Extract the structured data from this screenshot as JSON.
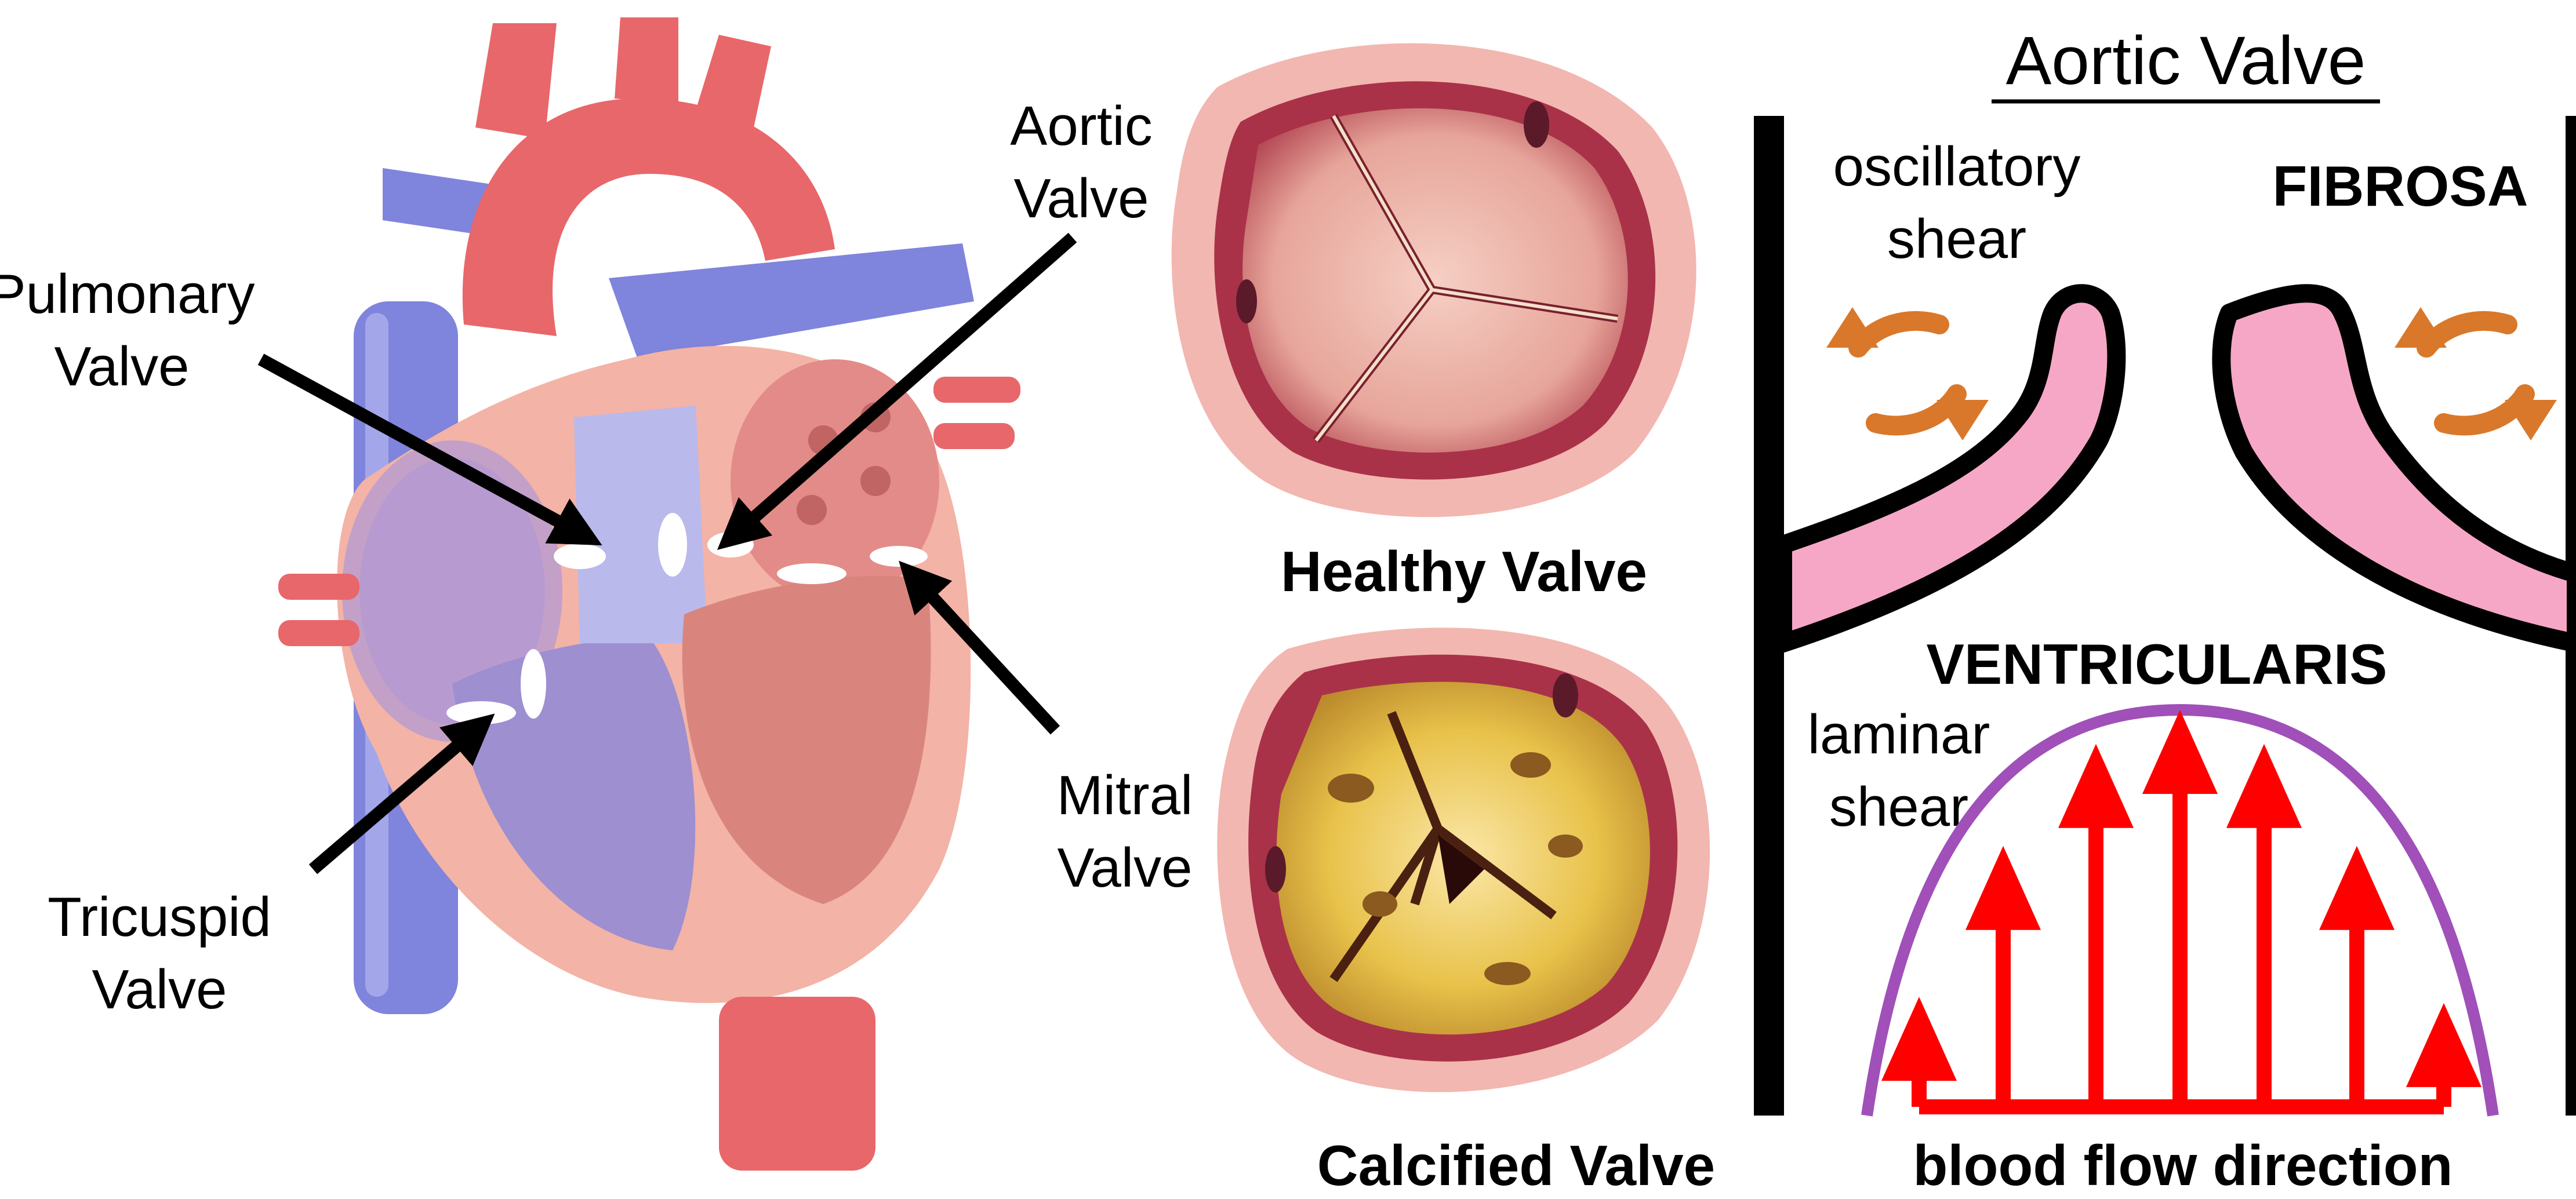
{
  "heart_panel": {
    "labels": {
      "pulmonary_line1": "Pulmonary",
      "pulmonary_line2": "Valve",
      "aortic_line1": "Aortic",
      "aortic_line2": "Valve",
      "mitral_line1": "Mitral",
      "mitral_line2": "Valve",
      "tricuspid_line1": "Tricuspid",
      "tricuspid_line2": "Valve"
    }
  },
  "valve_panel": {
    "healthy_label": "Healthy Valve",
    "calcified_label": "Calcified Valve"
  },
  "flow_panel": {
    "title": "Aortic Valve",
    "oscillatory_line1": "oscillatory",
    "oscillatory_line2": "shear",
    "fibrosa": "FIBROSA",
    "ventricularis": "VENTRICULARIS",
    "laminar_line1": "laminar",
    "laminar_line2": "shear",
    "flow_label": "blood flow direction"
  },
  "colors": {
    "artery_red": "#e8676a",
    "vein_blue": "#7f84dc",
    "heart_pink": "#f3b3a6",
    "muscle": "#d9857e",
    "leaflet_pink": "#f7a7c6",
    "circ_arrow_orange": "#d9782a",
    "flow_arrow_red": "#ff0000",
    "profile_purple": "#a050b8",
    "calcified_yellow": "#e8c24a"
  }
}
